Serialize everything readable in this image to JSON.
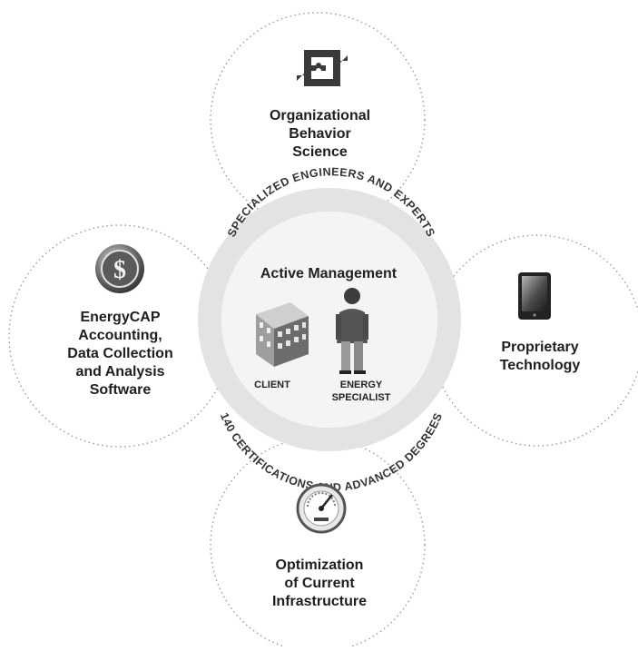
{
  "center": {
    "title": "Active Management",
    "client_label": "CLIENT",
    "specialist_line1": "ENERGY",
    "specialist_line2": "SPECIALIST",
    "arc_top": "SPECIALIZED ENGINEERS AND EXPERTS",
    "arc_bottom": "140 CERTIFICATIONS AND ADVANCED DEGREES"
  },
  "nodes": {
    "top": {
      "lines": [
        "Organizational",
        "Behavior",
        "Science"
      ],
      "icon": "puzzle-arrows-icon"
    },
    "left": {
      "lines": [
        "EnergyCAP",
        "Accounting,",
        "Data Collection",
        "and Analysis",
        "Software"
      ],
      "icon": "dollar-coin-icon"
    },
    "right": {
      "lines": [
        "Proprietary",
        "Technology"
      ],
      "icon": "tablet-device-icon"
    },
    "bottom": {
      "lines": [
        "Optimization",
        "of Current",
        "Infrastructure"
      ],
      "icon": "gauge-meter-icon"
    }
  },
  "colors": {
    "circle_stroke": "#9a9a9a",
    "ring_fill": "#e6e6e6",
    "icon_dark": "#3a3a3a"
  }
}
